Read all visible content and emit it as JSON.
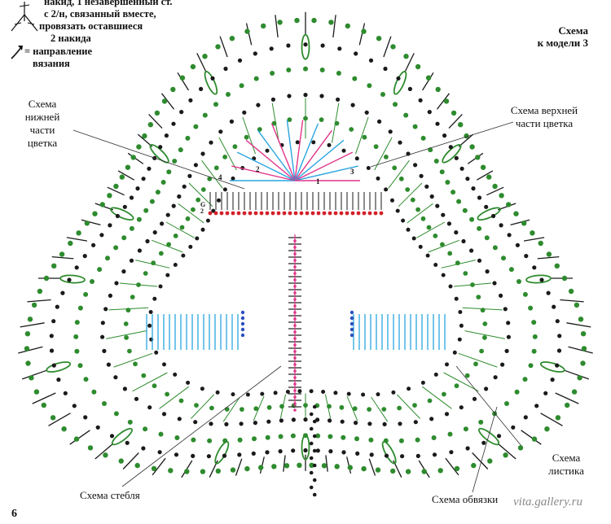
{
  "legend": {
    "line1": "накид, 1 незавершенный ст.",
    "line2": "с 2/н, связанный вместе,",
    "line3": "провязать оставшиеся",
    "line4": "2 накида",
    "arrow_symbol": "= направление",
    "arrow_line2": "вязания"
  },
  "title": {
    "line1": "Схема",
    "line2": "к модели 3"
  },
  "labels": {
    "lower_flower": [
      "Схема",
      "нижней",
      "части",
      "цветка"
    ],
    "upper_flower": [
      "Схема верхней",
      "части цветка"
    ],
    "leaf": [
      "Схема",
      "листика"
    ],
    "stem": "Схема стебля",
    "edging": "Схема обвязки",
    "page_number": "6",
    "watermark": "vita.gallery.ru"
  },
  "row_numbers": [
    "1",
    "2",
    "3",
    "4",
    "G",
    "2"
  ],
  "colors": {
    "green": "#2e8b2e",
    "dark": "#1a1a1a",
    "red": "#d4202a",
    "pink": "#e0358a",
    "blue": "#2aa6e0",
    "navy": "#2a4fc0"
  }
}
